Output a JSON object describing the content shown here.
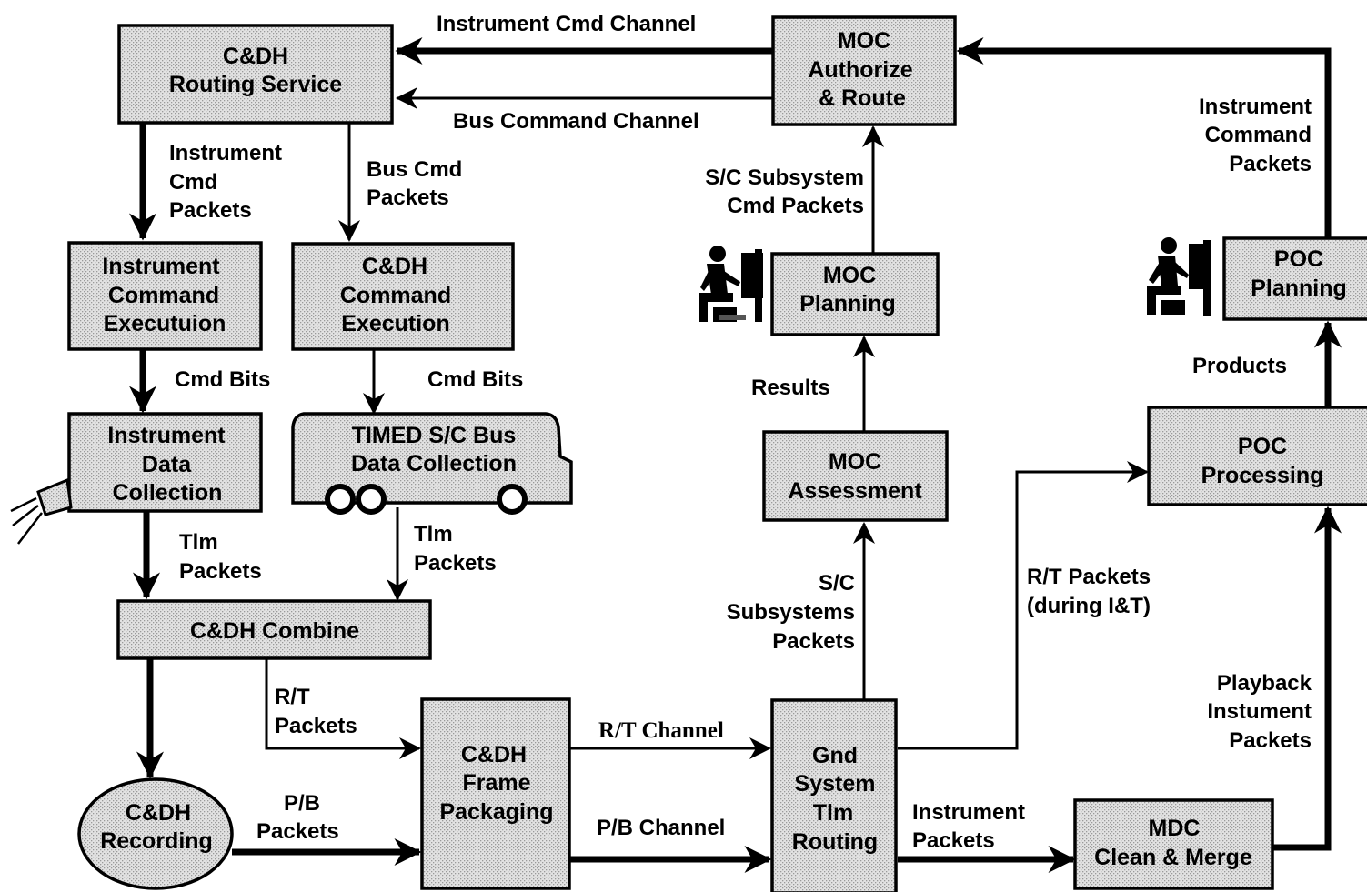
{
  "nodes": {
    "cdh_routing": [
      "C&DH",
      "Routing Service"
    ],
    "moc_authorize": [
      "MOC",
      "Authorize",
      "& Route"
    ],
    "instr_cmd_exec": [
      "Instrument",
      "Command",
      "Executuion"
    ],
    "cdh_cmd_exec": [
      "C&DH",
      "Command",
      "Execution"
    ],
    "moc_planning": [
      "MOC",
      "Planning"
    ],
    "poc_planning": [
      "POC",
      "Planning"
    ],
    "instr_data": [
      "Instrument",
      "Data",
      "Collection"
    ],
    "timed_bus": [
      "TIMED S/C Bus",
      "Data Collection"
    ],
    "moc_assessment": [
      "MOC",
      "Assessment"
    ],
    "poc_processing": [
      "POC",
      "Processing"
    ],
    "cdh_combine": [
      "C&DH Combine"
    ],
    "cdh_frame": [
      "C&DH",
      "Frame",
      "Packaging"
    ],
    "gnd_routing": [
      "Gnd",
      "System",
      "Tlm",
      "Routing"
    ],
    "mdc": [
      "MDC",
      "Clean & Merge"
    ],
    "cdh_recording": [
      "C&DH",
      "Recording"
    ]
  },
  "edges": {
    "instrument_cmd_channel": [
      "Instrument Cmd Channel"
    ],
    "bus_command_channel": [
      "Bus Command Channel"
    ],
    "instrument_cmd_packets": [
      "Instrument",
      "Cmd",
      "Packets"
    ],
    "bus_cmd_packets": [
      "Bus Cmd",
      "Packets"
    ],
    "sc_subsystem_cmd_packets": [
      "S/C Subsystem",
      "Cmd Packets"
    ],
    "instrument_command_packets": [
      "Instrument",
      "Command",
      "Packets"
    ],
    "cmd_bits_left": [
      "Cmd Bits"
    ],
    "cmd_bits_right": [
      "Cmd Bits"
    ],
    "results": [
      "Results"
    ],
    "products": [
      "Products"
    ],
    "tlm_packets_left": [
      "Tlm",
      "Packets"
    ],
    "tlm_packets_right": [
      "Tlm",
      "Packets"
    ],
    "sc_subsystems_packets": [
      "S/C",
      "Subsystems",
      "Packets"
    ],
    "rt_packets_it": [
      "R/T Packets",
      "(during I&T)"
    ],
    "rt_packets": [
      "R/T",
      "Packets"
    ],
    "playback_packets": [
      "Playback",
      "Instument",
      "Packets"
    ],
    "rt_channel": [
      "R/T Channel"
    ],
    "pb_packets": [
      "P/B",
      "Packets"
    ],
    "pb_channel": [
      "P/B Channel"
    ],
    "instrument_packets": [
      "Instrument",
      "Packets"
    ]
  }
}
